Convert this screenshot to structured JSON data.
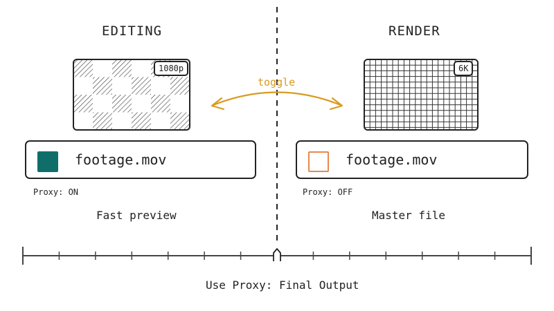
{
  "editing": {
    "heading": "EDITING",
    "resolution": "1080p",
    "file_name": "footage.mov",
    "proxy_status": "Proxy: ON",
    "caption": "Fast preview"
  },
  "render": {
    "heading": "RENDER",
    "resolution": "6K",
    "file_name": "footage.mov",
    "proxy_status": "Proxy: OFF",
    "caption": "Master file"
  },
  "toggle_label": "toggle",
  "timeline": {
    "label": "Use Proxy: Final Output",
    "tick_count": 15,
    "marker_position": 0.5
  },
  "colors": {
    "accent": "#d99a1e",
    "proxy_swatch": "#0f6e6a",
    "master_swatch": "#e58850",
    "ink": "#222222"
  }
}
